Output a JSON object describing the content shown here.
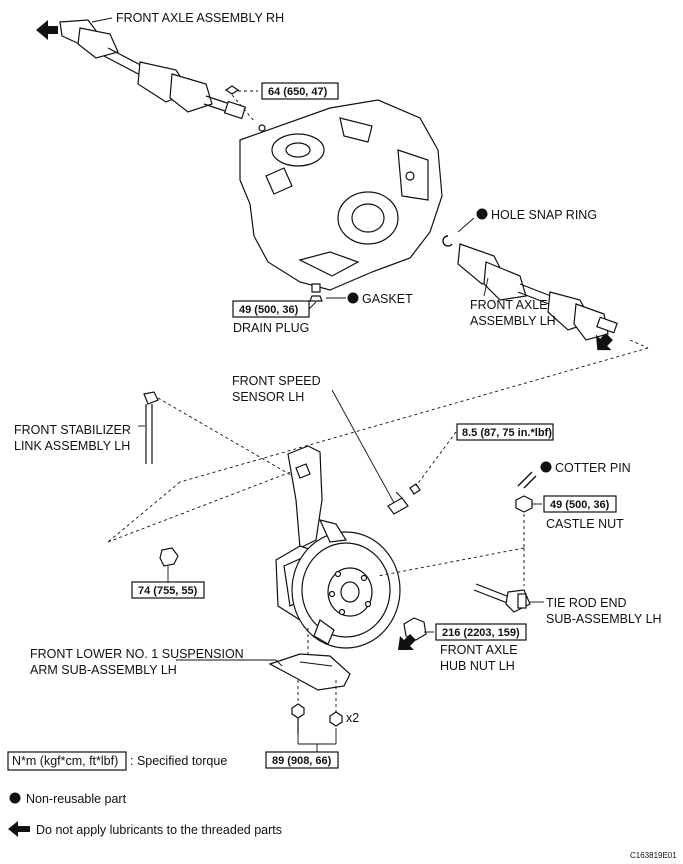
{
  "labels": {
    "front_axle_rh": "FRONT AXLE ASSEMBLY RH",
    "hole_snap_ring": "HOLE SNAP RING",
    "gasket": "GASKET",
    "drain_plug": "DRAIN PLUG",
    "front_axle_lh_1": "FRONT AXLE",
    "front_axle_lh_2": "ASSEMBLY LH",
    "speed_sensor_1": "FRONT SPEED",
    "speed_sensor_2": "SENSOR LH",
    "stabilizer_1": "FRONT STABILIZER",
    "stabilizer_2": "LINK ASSEMBLY LH",
    "cotter_pin": "COTTER PIN",
    "castle_nut": "CASTLE NUT",
    "tie_rod_1": "TIE ROD END",
    "tie_rod_2": "SUB-ASSEMBLY LH",
    "lower_arm_1": "FRONT LOWER NO. 1 SUSPENSION",
    "lower_arm_2": "ARM SUB-ASSEMBLY LH",
    "hub_nut_1": "FRONT AXLE",
    "hub_nut_2": "HUB NUT LH",
    "qty_x2": "x2"
  },
  "torques": {
    "axle_rh_bolt": "64 (650, 47)",
    "drain_plug": "49 (500, 36)",
    "speed_sensor": "8.5 (87, 75 in.*lbf)",
    "castle_nut": "49 (500, 36)",
    "stabilizer_nut": "74 (755, 55)",
    "hub_nut": "216 (2203, 159)",
    "lower_arm": "89 (908, 66)"
  },
  "legend": {
    "torque_unit": "N*m (kgf*cm, ft*lbf)",
    "torque_text": ": Specified torque",
    "non_reusable": "Non-reusable part",
    "no_lubricant": "Do not apply lubricants to the threaded parts"
  },
  "figure_code": "C163819E01",
  "icons": [
    "non-reusable-dot-icon",
    "lubricant-arrow-icon"
  ]
}
